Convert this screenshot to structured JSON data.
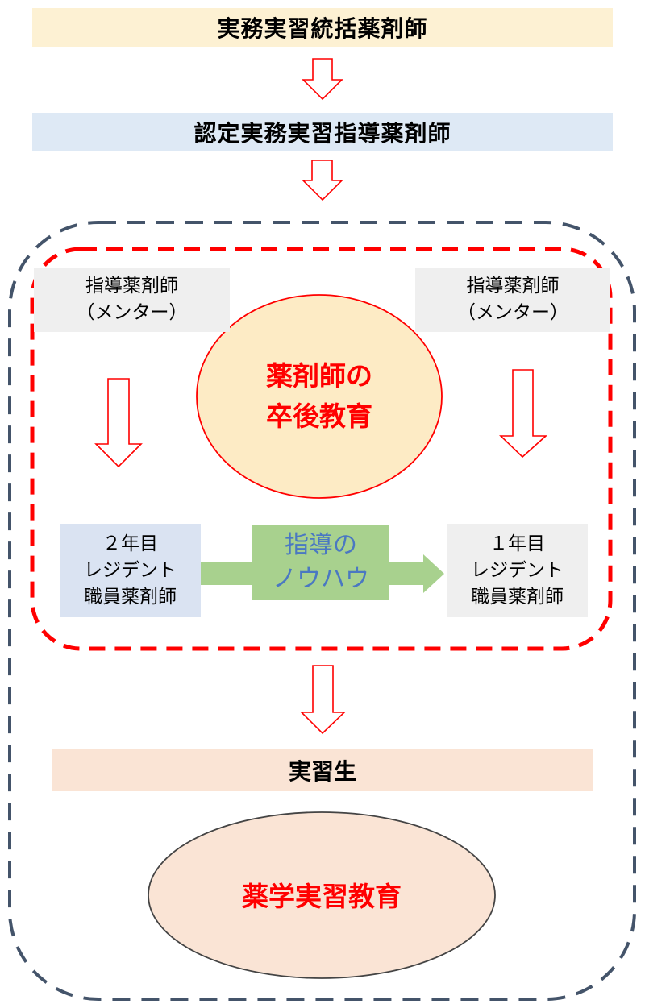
{
  "top_box": {
    "label": "実務実習統括薬剤師",
    "color": "#fdf1d3"
  },
  "second_box": {
    "label": "認定実務実習指導薬剤師",
    "color": "#dee9f5"
  },
  "mentor_left": {
    "line1": "指導薬剤師",
    "line2": "（メンター）",
    "color": "#efefef"
  },
  "mentor_right": {
    "line1": "指導薬剤師",
    "line2": "（メンター）",
    "color": "#efefef"
  },
  "center_ellipse": {
    "line1": "薬剤師の",
    "line2": "卒後教育",
    "fill": "#fdebc5",
    "stroke": "#ff0000"
  },
  "resident2": {
    "line1": "２年目",
    "line2": "レジデント",
    "line3": "職員薬剤師",
    "color": "#dae3f2"
  },
  "resident1": {
    "line1": "１年目",
    "line2": "レジデント",
    "line3": "職員薬剤師",
    "color": "#efefef"
  },
  "knowhow": {
    "line1": "指導の",
    "line2": "ノウハウ",
    "bg": "#a8d18e",
    "text_color": "#4a78c2"
  },
  "student_box": {
    "label": "実習生",
    "color": "#fae4d5"
  },
  "bottom_ellipse": {
    "label": "薬学実習教育",
    "fill": "#fae4d5",
    "stroke": "#444444",
    "text_color": "#ff0000"
  },
  "colors": {
    "arrow_red": "#ff0000",
    "outer_dash": "#44546a",
    "inner_dash": "#ff0000"
  }
}
